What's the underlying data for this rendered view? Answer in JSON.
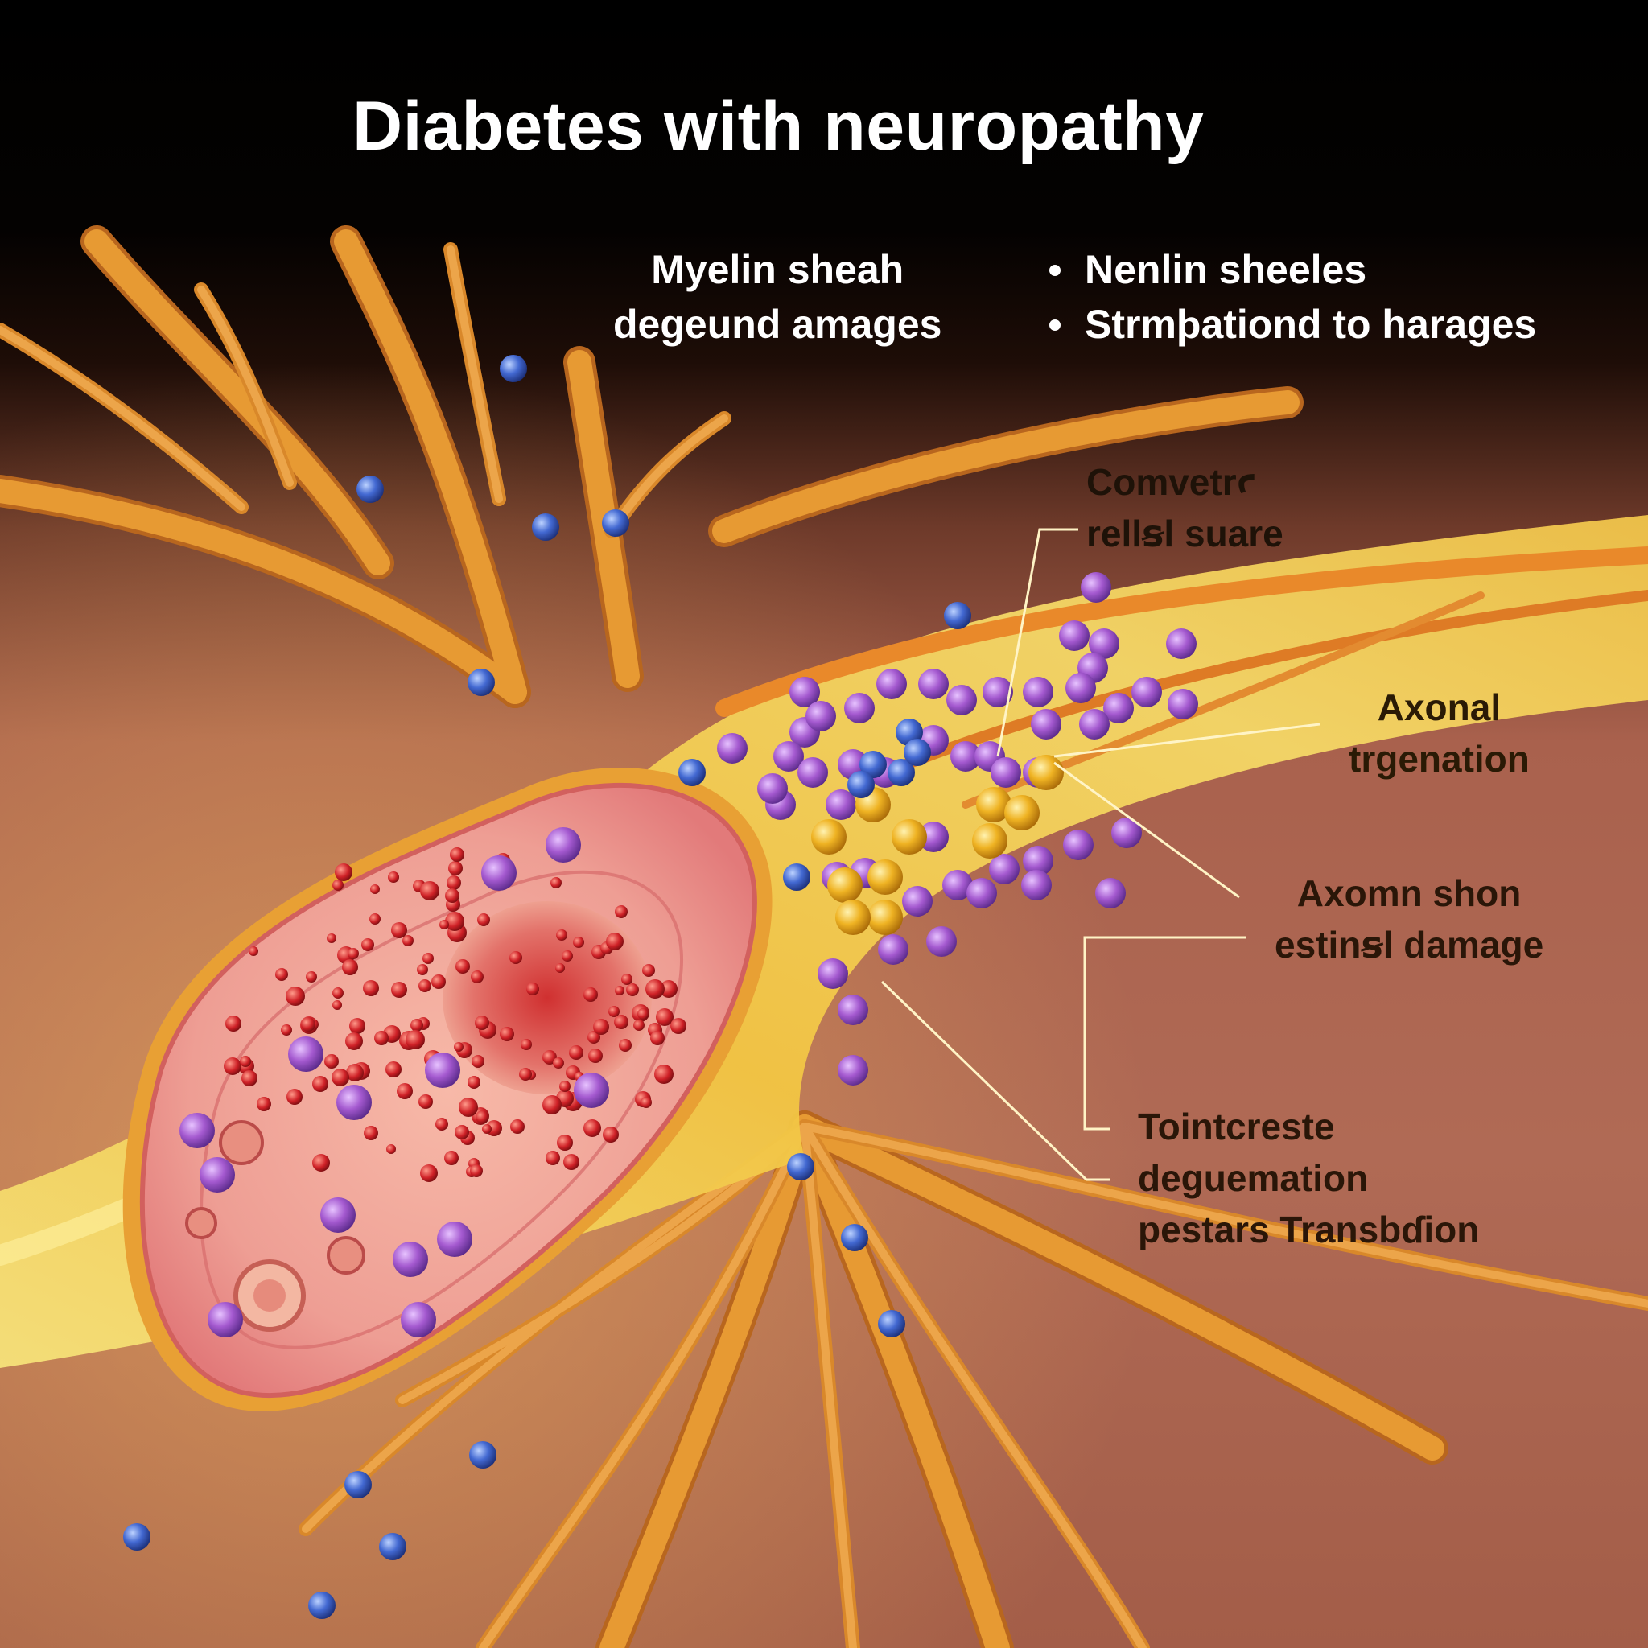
{
  "title": "Diabetes with neuropathy",
  "labels": {
    "myelin": [
      "Myelin sheah",
      "degeund amages"
    ],
    "bullets": [
      "Nenlin sheeles",
      "Strmþationd to harages"
    ],
    "comvetr": [
      "Comvetrꜥ",
      "rellꞩl suare"
    ],
    "axonal": [
      "Axonal",
      "trgenation"
    ],
    "axomn": [
      "Axomn shon",
      "estinꞩl damage"
    ],
    "tointcreste": [
      "Tointcreste",
      "deguemation",
      "pestars Transbɗion"
    ]
  },
  "colors": {
    "background_top": "#000000",
    "tissue": "#b86a55",
    "nerve": "#e59a2e",
    "axon_glow": "#f3d65a",
    "cell_body": "#f0a3a0",
    "vesicle_purple": "#9b4fc7",
    "vesicle_blue": "#3f65c8",
    "vesicle_gold": "#e6a514",
    "red_granules": "#c71f24",
    "leader_line": "#fff6c8"
  }
}
